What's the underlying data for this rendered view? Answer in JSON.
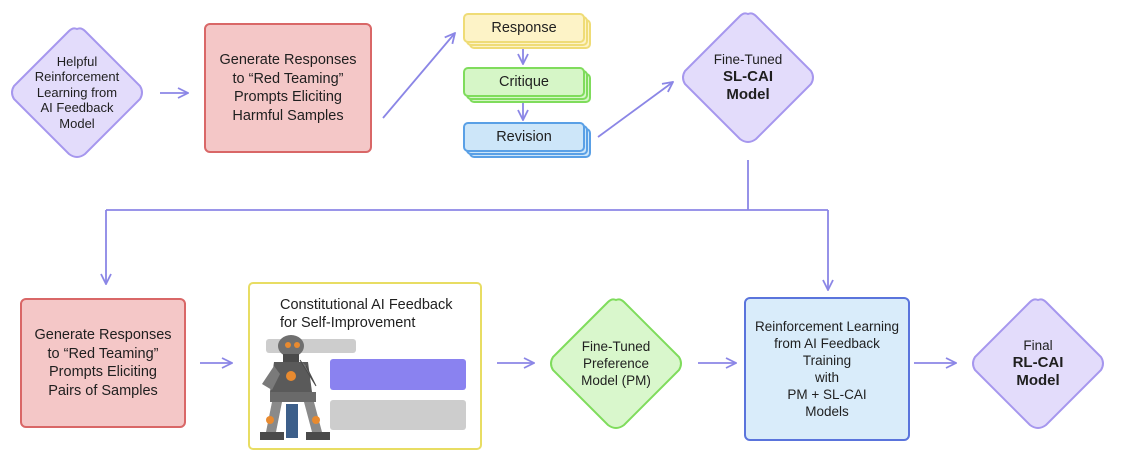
{
  "diagram": {
    "nodes": {
      "helpful_model": {
        "lines": [
          "Helpful",
          "Reinforcement",
          "Learning from",
          "AI Feedback",
          "Model"
        ]
      },
      "generate_harmful": {
        "text": "Generate Responses\nto “Red Teaming”\nPrompts Eliciting\nHarmful Samples"
      },
      "response": {
        "text": "Response"
      },
      "critique": {
        "text": "Critique"
      },
      "revision": {
        "text": "Revision"
      },
      "sl_cai_model": {
        "line1": "Fine-Tuned",
        "bold1": "SL-CAI",
        "bold2": "Model"
      },
      "generate_pairs": {
        "text": "Generate Responses\nto “Red Teaming”\nPrompts Eliciting\nPairs of Samples"
      },
      "constitutional_feedback": {
        "title": "Constitutional AI Feedback\nfor Self-Improvement"
      },
      "preference_model": {
        "lines": [
          "Fine-Tuned",
          "Preference",
          "Model (PM)"
        ]
      },
      "rl_training": {
        "text": "Reinforcement Learning\nfrom AI Feedback\nTraining\nwith\nPM + SL-CAI\nModels"
      },
      "rl_cai_model": {
        "line1": "Final",
        "bold1": "RL-CAI",
        "bold2": "Model"
      }
    },
    "colors": {
      "arrow": "#8b86e6",
      "diamond_purple_fill": "#e3dcfb",
      "diamond_purple_stroke": "#a697ee",
      "diamond_green_fill": "#d9f7cc",
      "diamond_green_stroke": "#7fdc5c",
      "red_box_fill": "#f4c7c7",
      "red_box_stroke": "#d96767",
      "response_fill": "#fdf3c7",
      "response_stroke": "#efdc76",
      "critique_fill": "#d6f6c7",
      "critique_stroke": "#7fdc5c",
      "revision_fill": "#cde6f9",
      "revision_stroke": "#5aa0e6",
      "blue_box_fill": "#d9ecfa",
      "blue_box_stroke": "#5a74dc",
      "cai_border": "#e8dd63",
      "chat_bubble_purple": "#8a82f0",
      "chat_bubble_gray": "#cdcdcd"
    },
    "icons": [
      "robot-thinker-illustration",
      "chat-bubble-icon"
    ]
  }
}
